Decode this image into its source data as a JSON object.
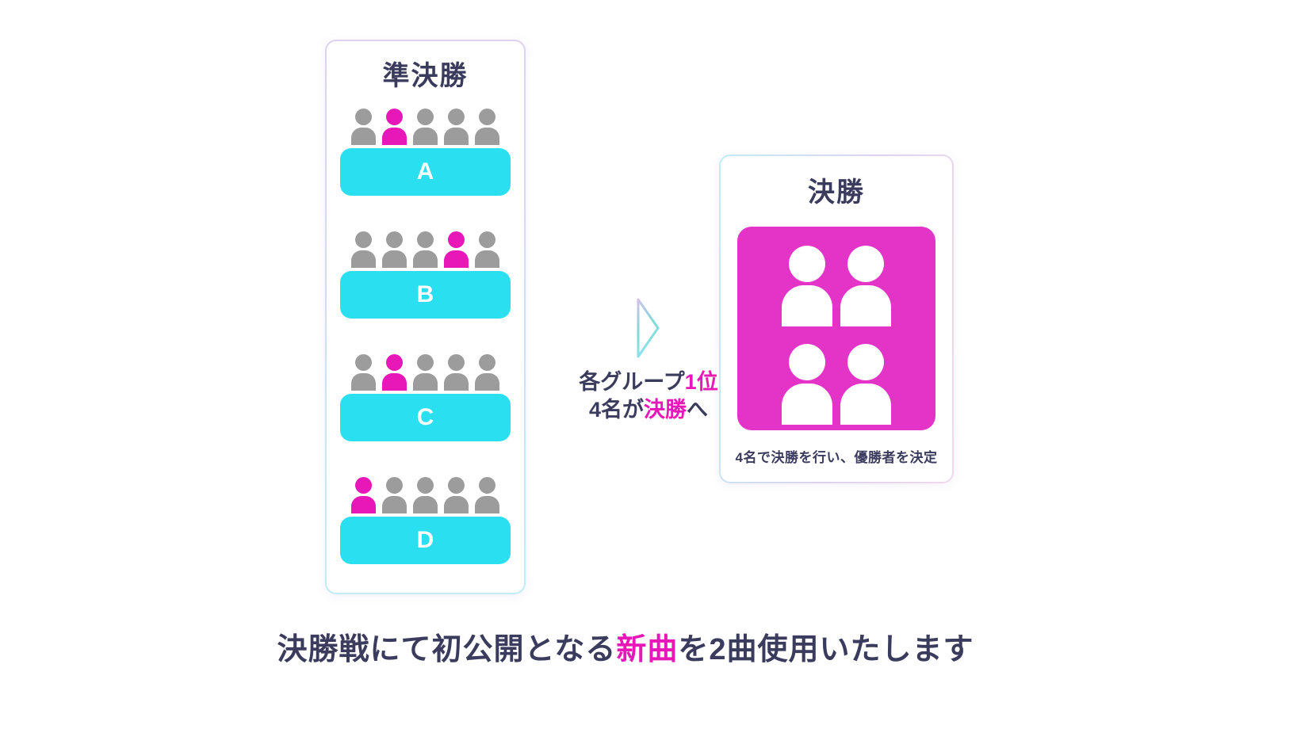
{
  "colors": {
    "cyan": "#29DFF0",
    "magenta": "#E718B7",
    "magenta_box": "#E433C7",
    "navy": "#3B3B5E",
    "gray": "#9C9C9C"
  },
  "semifinal_panel": {
    "title": "準決勝",
    "groups": [
      {
        "label": "A",
        "members": 5,
        "highlight_index": 1
      },
      {
        "label": "B",
        "members": 5,
        "highlight_index": 3
      },
      {
        "label": "C",
        "members": 5,
        "highlight_index": 1
      },
      {
        "label": "D",
        "members": 5,
        "highlight_index": 0
      }
    ]
  },
  "transition": {
    "line1_prefix": "各グループ",
    "line1_highlight": "1位",
    "line2_prefix": "4名が",
    "line2_highlight": "決勝",
    "line2_suffix": "へ"
  },
  "final_panel": {
    "title": "決勝",
    "finalists": 4,
    "caption": "4名で決勝を行い、優勝者を決定"
  },
  "footer": {
    "prefix": "決勝戦にて初公開となる",
    "highlight": "新曲",
    "suffix": "を2曲使用いたします"
  }
}
